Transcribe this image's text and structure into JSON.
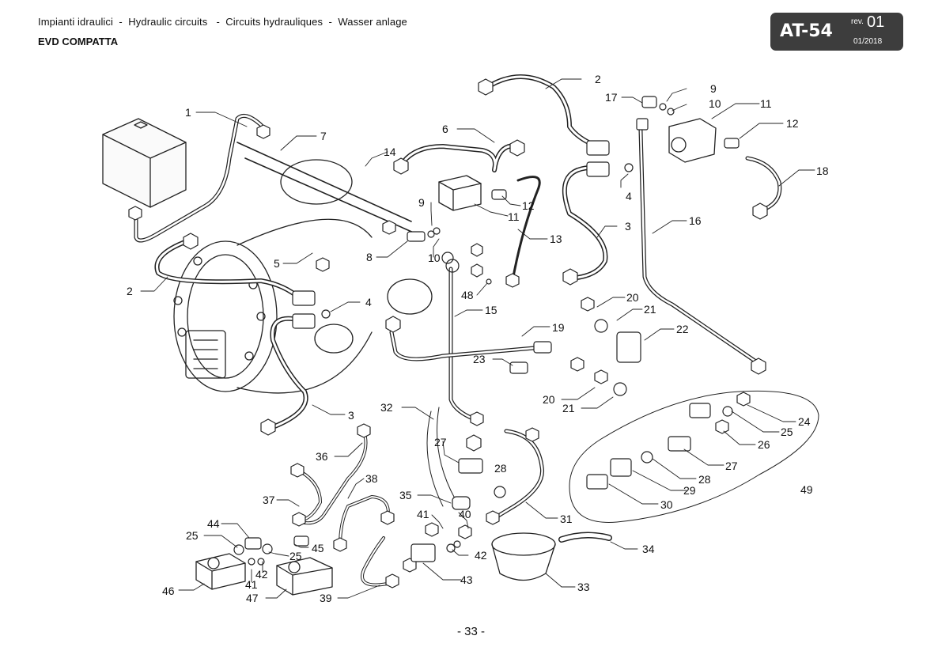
{
  "header": {
    "title_line": "Impianti idraulici  -  Hydraulic circuits   -  Circuits hydrauliques  -  Wasser anlage",
    "subtitle": "EVD COMPATTA"
  },
  "badge": {
    "code": "AT-54",
    "rev_label": "rev.",
    "rev_number": "01",
    "date": "01/2018",
    "background": "#3d3d3d"
  },
  "page_number": "- 33 -",
  "diagram": {
    "labels": [
      "1",
      "2",
      "2",
      "3",
      "3",
      "4",
      "4",
      "5",
      "6",
      "7",
      "8",
      "9",
      "9",
      "10",
      "10",
      "11",
      "11",
      "12",
      "12",
      "13",
      "14",
      "15",
      "16",
      "17",
      "18",
      "19",
      "20",
      "20",
      "21",
      "21",
      "22",
      "23",
      "24",
      "25",
      "25",
      "25",
      "26",
      "27",
      "27",
      "28",
      "28",
      "29",
      "30",
      "31",
      "32",
      "33",
      "34",
      "35",
      "36",
      "37",
      "38",
      "39",
      "40",
      "41",
      "41",
      "42",
      "42",
      "43",
      "44",
      "45",
      "46",
      "47",
      "48",
      "49"
    ]
  }
}
